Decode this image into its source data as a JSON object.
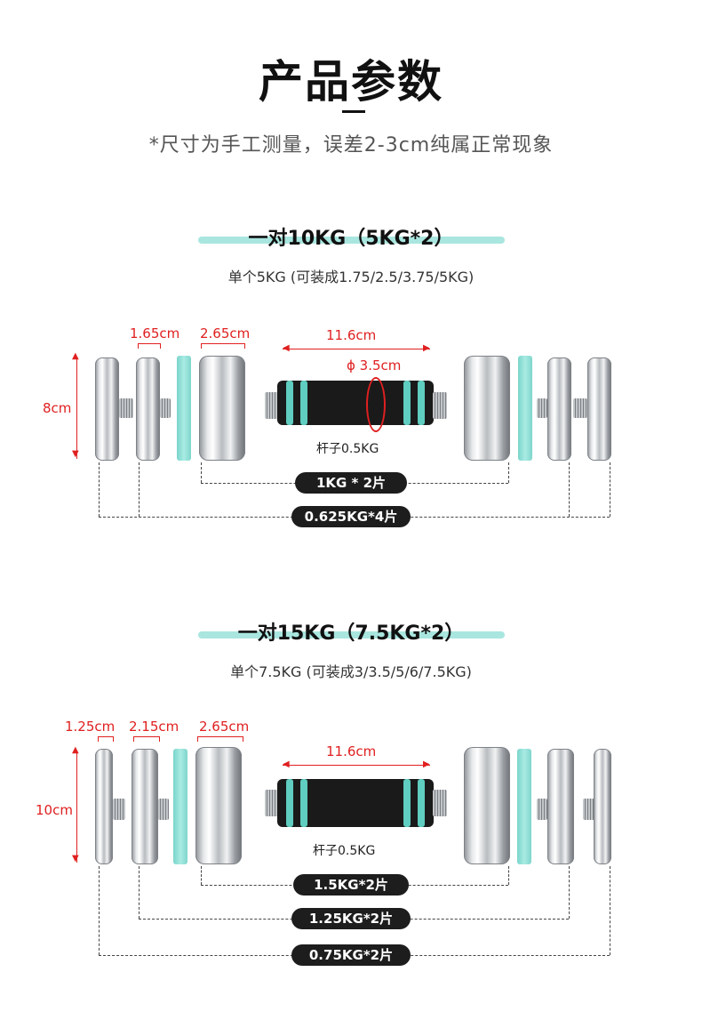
{
  "header": {
    "title": "产品参数",
    "note": "*尺寸为手工测量，误差2-3cm纯属正常现象"
  },
  "set1": {
    "title": "一对10KG（5KG*2）",
    "subtitle": "单个5KG (可装成1.75/2.5/3.75/5KG)",
    "dim_plate_small": "1.65cm",
    "dim_plate_big": "2.65cm",
    "dim_handle_length": "11.6cm",
    "dim_handle_diameter": "ϕ 3.5cm",
    "dim_height": "8cm",
    "bar_label": "杆子0.5KG",
    "pill_1": "1KG * 2片",
    "pill_2": "0.625KG*4片"
  },
  "set2": {
    "title": "一对15KG（7.5KG*2）",
    "subtitle": "单个7.5KG (可装成3/3.5/5/6/7.5KG)",
    "dim_plate_thin": "1.25cm",
    "dim_plate_small": "2.15cm",
    "dim_plate_big": "2.65cm",
    "dim_handle_length": "11.6cm",
    "dim_height": "10cm",
    "bar_label": "杆子0.5KG",
    "pill_1": "1.5KG*2片",
    "pill_2": "1.25KG*2片",
    "pill_3": "0.75KG*2片"
  },
  "colors": {
    "accent_teal": "#a9e6df",
    "dimension_red": "#e02020",
    "pill_dark": "#1d1d1d"
  }
}
